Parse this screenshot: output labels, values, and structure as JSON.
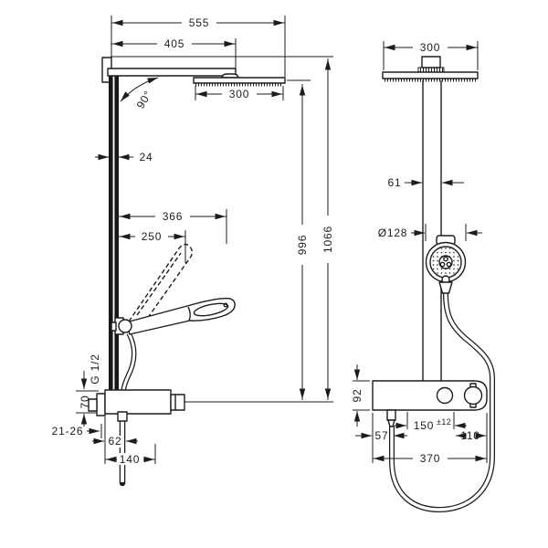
{
  "drawing": {
    "description": "Shower pipe technical dimension drawing, side view and front view",
    "side_view": {
      "dim_width_total": "555",
      "dim_width_arm": "405",
      "dim_head": "300",
      "angle": "90°",
      "dim_bar_depth": "24",
      "dim_reach_max": "366",
      "dim_reach": "250",
      "dim_height_head": "996",
      "dim_height_total": "1066",
      "thread_label": "G 1/2",
      "dim_valve_offset": "70",
      "dim_wall_range": "21-26",
      "dim_hose_offset": "62",
      "dim_valve_depth": "140"
    },
    "front_view": {
      "dim_head": "300",
      "dim_bar_width": "61",
      "dim_handshower": "Ø128",
      "dim_body_height": "92",
      "dim_hose_offset": "57",
      "dim_supply": "150",
      "dim_supply_tol": "±12",
      "dim_supply_edge": "110",
      "dim_body_width": "370"
    }
  }
}
